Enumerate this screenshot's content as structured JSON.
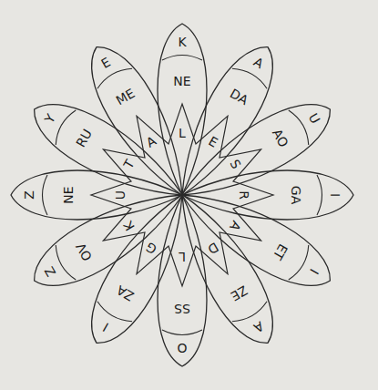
{
  "diagram": {
    "nodes": [
      {
        "text": [
          "K",
          "NE",
          "L"
        ]
      },
      {
        "text": [
          "A",
          "DA",
          "E"
        ]
      },
      {
        "text": [
          "U",
          "AO",
          "S"
        ]
      },
      {
        "text": [
          "I",
          "GA",
          "R"
        ]
      },
      {
        "text": [
          "I",
          "ET",
          "A"
        ]
      },
      {
        "text": [
          "A",
          "ZE",
          "D"
        ]
      },
      {
        "text": [
          "O",
          "SS",
          "L"
        ]
      },
      {
        "text": [
          "I",
          "ZA",
          "G"
        ]
      },
      {
        "text": [
          "Z",
          "OV",
          "K"
        ]
      },
      {
        "text": [
          "Z",
          "NE",
          "U"
        ]
      },
      {
        "text": [
          "Y",
          "RU",
          "T"
        ]
      },
      {
        "text": [
          "E",
          "ME",
          "A"
        ]
      }
    ]
  }
}
